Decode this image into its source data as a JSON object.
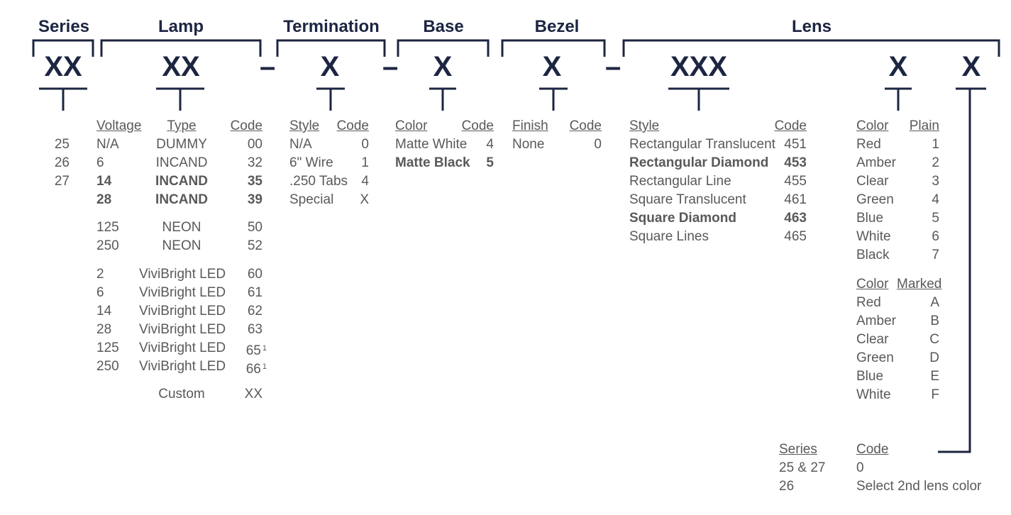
{
  "headers": {
    "series": "Series",
    "lamp": "Lamp",
    "termination": "Termination",
    "base": "Base",
    "bezel": "Bezel",
    "lens": "Lens"
  },
  "codes": {
    "series": "XX",
    "lamp": "XX",
    "termination": "X",
    "base": "X",
    "bezel": "X",
    "lens_style": "XXX",
    "lens_color": "X",
    "lens_second": "X",
    "dash": "–"
  },
  "series": {
    "values": [
      "25",
      "26",
      "27"
    ]
  },
  "lamp": {
    "col_voltage": "Voltage",
    "col_type": "Type",
    "col_code": "Code",
    "rows": [
      {
        "voltage": "N/A",
        "type": "DUMMY",
        "code": "00",
        "bold": false
      },
      {
        "voltage": "6",
        "type": "INCAND",
        "code": "32",
        "bold": false
      },
      {
        "voltage": "14",
        "type": "INCAND",
        "code": "35",
        "bold": true
      },
      {
        "voltage": "28",
        "type": "INCAND",
        "code": "39",
        "bold": true
      },
      {
        "voltage": "125",
        "type": "NEON",
        "code": "50",
        "bold": false
      },
      {
        "voltage": "250",
        "type": "NEON",
        "code": "52",
        "bold": false
      },
      {
        "voltage": "2",
        "type": "ViviBright LED",
        "code": "60",
        "bold": false
      },
      {
        "voltage": "6",
        "type": "ViviBright LED",
        "code": "61",
        "bold": false
      },
      {
        "voltage": "14",
        "type": "ViviBright LED",
        "code": "62",
        "bold": false
      },
      {
        "voltage": "28",
        "type": "ViviBright LED",
        "code": "63",
        "bold": false
      },
      {
        "voltage": "125",
        "type": "ViviBright LED",
        "code": "65",
        "note": "1",
        "bold": false
      },
      {
        "voltage": "250",
        "type": "ViviBright LED",
        "code": "66",
        "note": "1",
        "bold": false
      }
    ],
    "custom_type": "Custom",
    "custom_code": "XX"
  },
  "termination": {
    "col_style": "Style",
    "col_code": "Code",
    "rows": [
      {
        "style": "N/A",
        "code": "0"
      },
      {
        "style": "6\" Wire",
        "code": "1"
      },
      {
        "style": ".250 Tabs",
        "code": "4"
      },
      {
        "style": "Special",
        "code": "X"
      }
    ]
  },
  "base": {
    "col_color": "Color",
    "col_code": "Code",
    "rows": [
      {
        "color": "Matte White",
        "code": "4",
        "bold": false
      },
      {
        "color": "Matte Black",
        "code": "5",
        "bold": true
      }
    ]
  },
  "bezel": {
    "col_finish": "Finish",
    "col_code": "Code",
    "rows": [
      {
        "finish": "None",
        "code": "0"
      }
    ]
  },
  "lens_style": {
    "col_style": "Style",
    "col_code": "Code",
    "rows": [
      {
        "style": "Rectangular Translucent",
        "code": "451",
        "bold": false
      },
      {
        "style": "Rectangular Diamond",
        "code": "453",
        "bold": true
      },
      {
        "style": "Rectangular Line",
        "code": "455",
        "bold": false
      },
      {
        "style": "Square Translucent",
        "code": "461",
        "bold": false
      },
      {
        "style": "Square Diamond",
        "code": "463",
        "bold": true
      },
      {
        "style": "Square Lines",
        "code": "465",
        "bold": false
      }
    ]
  },
  "lens_color_plain": {
    "col_color": "Color",
    "col_plain": "Plain",
    "rows": [
      {
        "color": "Red",
        "code": "1"
      },
      {
        "color": "Amber",
        "code": "2"
      },
      {
        "color": "Clear",
        "code": "3"
      },
      {
        "color": "Green",
        "code": "4"
      },
      {
        "color": "Blue",
        "code": "5"
      },
      {
        "color": "White",
        "code": "6"
      },
      {
        "color": "Black",
        "code": "7"
      }
    ]
  },
  "lens_color_marked": {
    "col_color": "Color",
    "col_marked": "Marked",
    "rows": [
      {
        "color": "Red",
        "code": "A"
      },
      {
        "color": "Amber",
        "code": "B"
      },
      {
        "color": "Clear",
        "code": "C"
      },
      {
        "color": "Green",
        "code": "D"
      },
      {
        "color": "Blue",
        "code": "E"
      },
      {
        "color": "White",
        "code": "F"
      }
    ]
  },
  "second_lens": {
    "col_series": "Series",
    "col_code": "Code",
    "rows": [
      {
        "series": "25 & 27",
        "code": "0"
      },
      {
        "series": "26",
        "code": "Select 2nd lens color"
      }
    ]
  },
  "colors": {
    "navy": "#1c2541",
    "text": "#595959"
  }
}
